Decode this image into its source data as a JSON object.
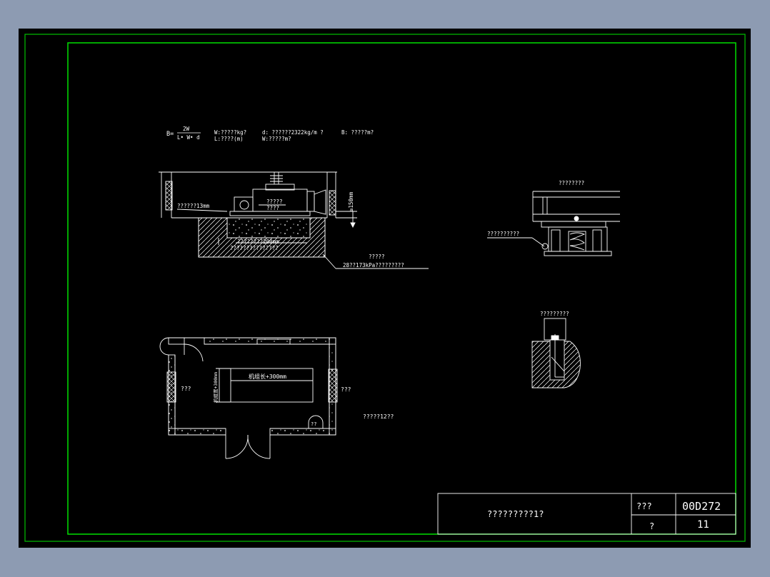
{
  "colors": {
    "background": "#8d9bb2",
    "paper": "#000000",
    "outer_frame": "#00c000",
    "inner_frame": "#00e000",
    "lines": "#ffffff"
  },
  "formula": {
    "lhs": "B=",
    "numerator": "2W",
    "denominator": "L• W• d",
    "w_def": "W:?????kg?",
    "l_def": "L:????(m)",
    "d_def": "d: ??????2322kg/m ?",
    "w2_def": "W:?????m?",
    "b_def": "B: ?????m?"
  },
  "section_view": {
    "label_13mm": "??????13mm",
    "label_unit_1": "?????",
    "label_unit_2": "????",
    "label_150mm": "≥150mm",
    "label_200mm": "????????200mm",
    "label_concrete": "???????????????",
    "label_soil": "?????",
    "label_pressure": "28??173kPa?????????"
  },
  "plan_view": {
    "label_length": "机组长+300mm",
    "label_width": "机组宽+300mm",
    "label_left_window": "???",
    "label_right_window": "???",
    "label_corner": "??",
    "label_caption": "?????12??"
  },
  "detail_mount": {
    "title": "????????",
    "label_pointer": "??????????"
  },
  "detail_bolt": {
    "title": "?????????"
  },
  "title_block": {
    "drawing_title": "?????????1?",
    "label_code": "???",
    "code": "00D272",
    "label_page": "?",
    "page": "11"
  }
}
